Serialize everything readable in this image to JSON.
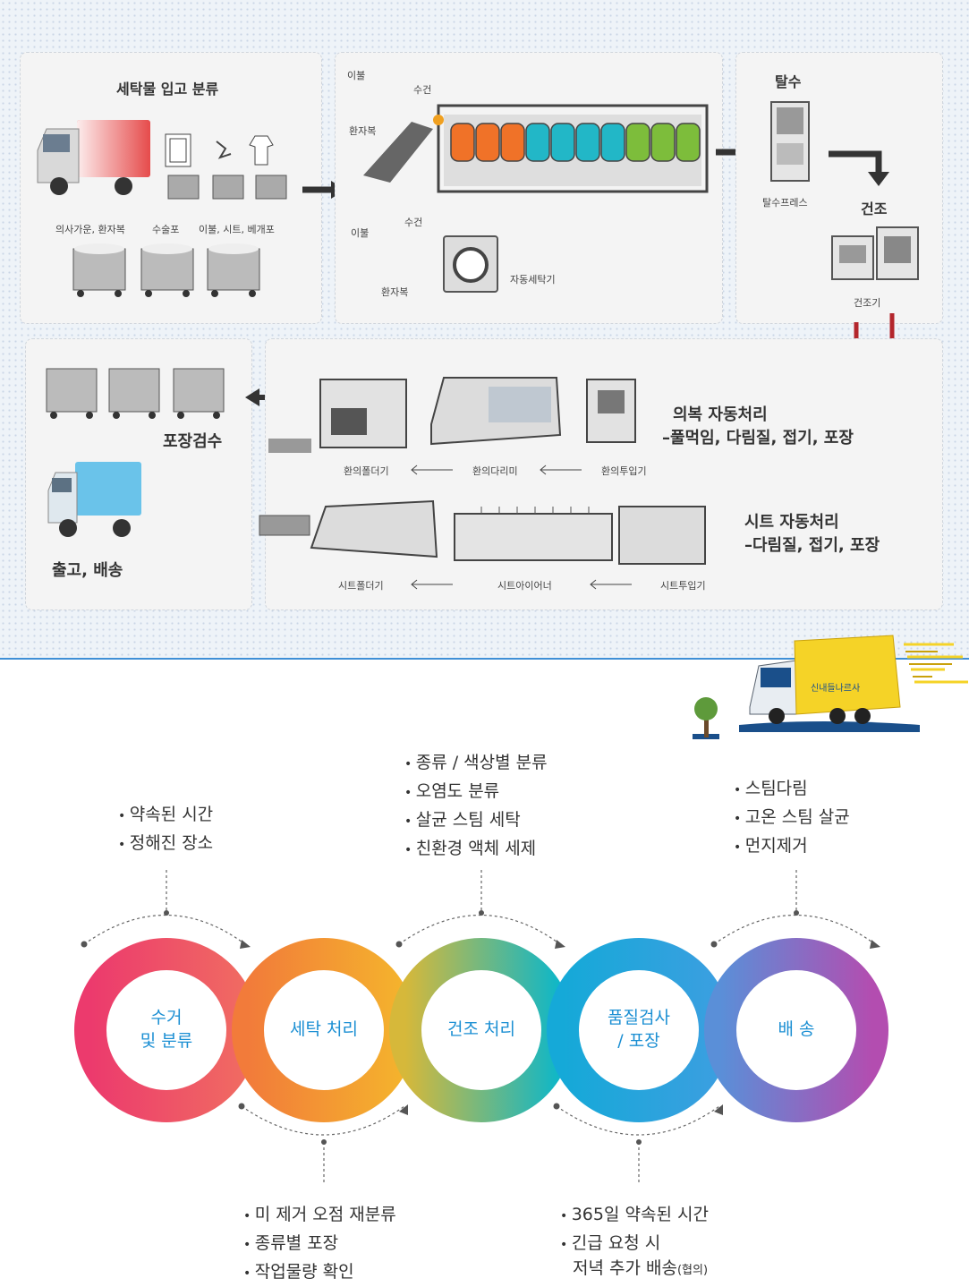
{
  "process": {
    "sorting_title": "세탁물 입고 분류",
    "bin_labels": [
      "의사가운, 환자복",
      "수술포",
      "이불, 시트, 베개포"
    ],
    "wash_labels": {
      "blanket": "이불",
      "towel": "수건",
      "patient_wear": "환자복",
      "blanket2": "이불",
      "towel2": "수건",
      "patient_wear2": "환자복",
      "auto_washer": "자동세탁기"
    },
    "dehydration_title": "탈수",
    "dehydration_press": "탈수프레스",
    "drying_title": "건조",
    "dryer_label": "건조기",
    "packing_title": "포장검수",
    "shipping_title": "출고, 배송",
    "garment_title": "의복 자동처리",
    "garment_sub": "–풀먹임, 다림질, 접기, 포장",
    "garment_machines": [
      "환의폴더기",
      "환의다리미",
      "환의투입기"
    ],
    "sheet_title": "시트 자동처리",
    "sheet_sub": "–다림질, 접기, 포장",
    "sheet_machines": [
      "시트폴더기",
      "시트아이어너",
      "시트투입기"
    ],
    "truck_brand": "신내들나르사"
  },
  "cycle": {
    "stages": [
      {
        "line1": "수거",
        "line2": "및 분류"
      },
      {
        "line1": "세탁 처리",
        "line2": ""
      },
      {
        "line1": "건조 처리",
        "line2": ""
      },
      {
        "line1": "품질검사",
        "line2": "/ 포장"
      },
      {
        "line1": "배 송",
        "line2": ""
      }
    ],
    "notes": {
      "collect": [
        "약속된 시간",
        "정해진 장소"
      ],
      "wash": [
        "미 제거 오점 재분류",
        "종류별 포장",
        "작업물량 확인"
      ],
      "dry": [
        "종류 / 색상별 분류",
        "오염도 분류",
        "살균 스팀 세탁",
        "친환경 액체 세제"
      ],
      "inspect": [
        "365일 약속된 시간",
        "긴급 요청 시"
      ],
      "inspect_last": "저녁 추가 배송",
      "inspect_last_small": "(협의)",
      "deliver": [
        "스팀다림",
        "고온 스팀 살균",
        "먼지제거"
      ]
    }
  },
  "colors": {
    "arrow_red": "#b3262c",
    "accent_blue": "#1b8fd3"
  }
}
